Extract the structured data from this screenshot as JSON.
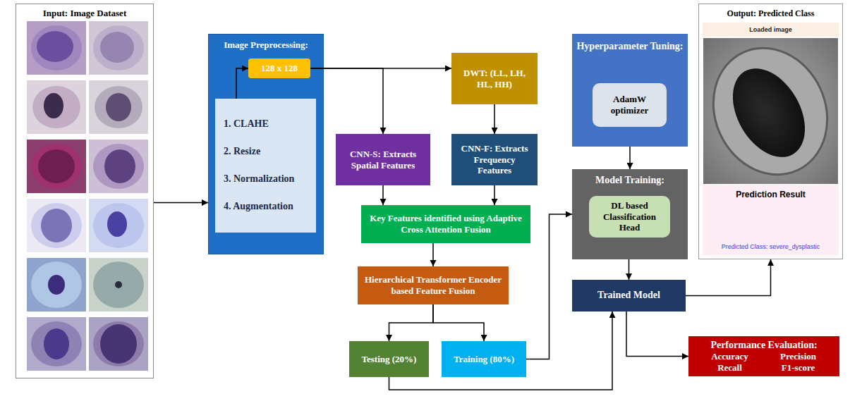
{
  "diagram": {
    "nodes": [
      {
        "text": [
          "Input: Image Dataset"
        ]
      },
      {
        "text": [
          "Image Preprocessing:"
        ]
      },
      {
        "text": [
          "128 x 128"
        ],
        "in": 1
      },
      {
        "text": [
          "1. CLAHE",
          "2. Resize",
          "3. Normalization",
          "4. Augmentation"
        ],
        "in": 1
      },
      {
        "text": [
          "DWT: (LL, LH, HL, HH)"
        ]
      },
      {
        "text": [
          "CNN-S: Extracts Spatial Features"
        ]
      },
      {
        "text": [
          "CNN-F: Extracts Frequency Features"
        ]
      },
      {
        "text": [
          "Key Features identified using Adaptive Cross Attention Fusion"
        ]
      },
      {
        "text": [
          "Hierarchical Transformer Encoder based Feature Fusion"
        ]
      },
      {
        "text": [
          "Testing (20%)"
        ]
      },
      {
        "text": [
          "Training (80%)"
        ]
      },
      {
        "text": [
          "Hyperparameter Tuning:"
        ]
      },
      {
        "text": [
          "AdamW optimizer"
        ],
        "in": 11
      },
      {
        "text": [
          "Model Training:"
        ]
      },
      {
        "text": [
          "DL based Classification Head"
        ],
        "in": 13
      },
      {
        "text": [
          "Trained Model"
        ]
      },
      {
        "text": [
          "Output: Predicted Class"
        ]
      },
      {
        "text": [
          "Loaded image"
        ],
        "in": 16
      },
      {
        "text": [
          "Prediction Result",
          "Predicted Class: severe_dysplastic"
        ],
        "in": 16
      },
      {
        "text": [
          "Performance Evaluation:",
          "Accuracy",
          "Precision",
          "Recall",
          "F1-score"
        ]
      }
    ],
    "edges": [
      {
        "from": 0,
        "to": 1,
        "arrow": "to"
      },
      {
        "from": 3,
        "to": 2,
        "arrow": "to"
      },
      {
        "from": 2,
        "to": 4,
        "arrow": "to"
      },
      {
        "from": 2,
        "to": 5,
        "arrow": "to"
      },
      {
        "from": 4,
        "to": 6,
        "arrow": "to"
      },
      {
        "from": 5,
        "to": 7,
        "arrow": "to"
      },
      {
        "from": 6,
        "to": 7,
        "arrow": "to"
      },
      {
        "from": 7,
        "to": 8,
        "arrow": "to"
      },
      {
        "from": 8,
        "to": 9,
        "arrow": "to"
      },
      {
        "from": 8,
        "to": 10,
        "arrow": "to"
      },
      {
        "from": 10,
        "to": 13,
        "arrow": "to"
      },
      {
        "from": 11,
        "to": 13,
        "arrow": "to"
      },
      {
        "from": 13,
        "to": 15,
        "arrow": "to"
      },
      {
        "from": 9,
        "to": 15,
        "arrow": "to"
      },
      {
        "from": 15,
        "to": 16,
        "arrow": "to"
      },
      {
        "from": 15,
        "to": 19,
        "arrow": "to"
      }
    ]
  }
}
